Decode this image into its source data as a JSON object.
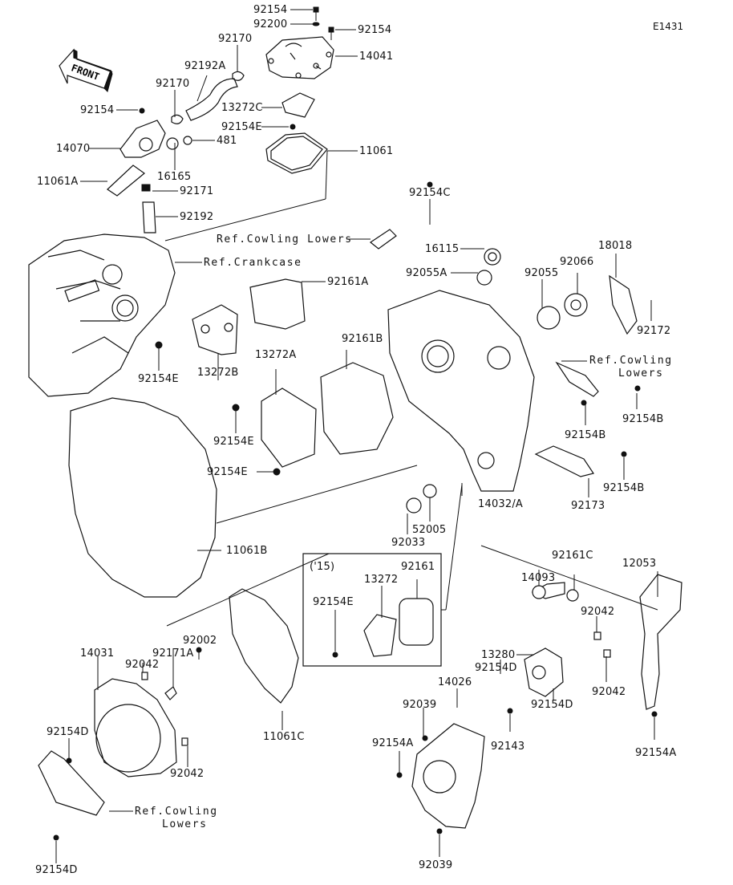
{
  "diagram": {
    "title": "Engine Covers / Water Pump exploded parts diagram",
    "code": "E1431",
    "front_arrow": "FRONT",
    "variant_box": {
      "label": "('15)"
    },
    "labels": [
      {
        "id": "l1",
        "text": "92154"
      },
      {
        "id": "l2",
        "text": "92200"
      },
      {
        "id": "l3",
        "text": "92154"
      },
      {
        "id": "l4",
        "text": "92170"
      },
      {
        "id": "l5",
        "text": "14041"
      },
      {
        "id": "l6",
        "text": "92192A"
      },
      {
        "id": "l7",
        "text": "92170"
      },
      {
        "id": "l8",
        "text": "13272C"
      },
      {
        "id": "l9",
        "text": "92154"
      },
      {
        "id": "l10",
        "text": "92154E"
      },
      {
        "id": "l11",
        "text": "14070"
      },
      {
        "id": "l12",
        "text": "481"
      },
      {
        "id": "l13",
        "text": "11061"
      },
      {
        "id": "l14",
        "text": "16165"
      },
      {
        "id": "l15",
        "text": "11061A"
      },
      {
        "id": "l16",
        "text": "92171"
      },
      {
        "id": "l17",
        "text": "92192"
      },
      {
        "id": "l18",
        "text": "92154C"
      },
      {
        "id": "l19",
        "text": "Ref.Cowling Lowers"
      },
      {
        "id": "l20",
        "text": "16115"
      },
      {
        "id": "l21",
        "text": "Ref.Crankcase"
      },
      {
        "id": "l22",
        "text": "92055A"
      },
      {
        "id": "l23",
        "text": "92055"
      },
      {
        "id": "l24",
        "text": "92066"
      },
      {
        "id": "l25",
        "text": "18018"
      },
      {
        "id": "l26",
        "text": "92161A"
      },
      {
        "id": "l27",
        "text": "92172"
      },
      {
        "id": "l28",
        "text": "92161B"
      },
      {
        "id": "l29",
        "text": "13272A"
      },
      {
        "id": "l30",
        "text": "92154E"
      },
      {
        "id": "l31",
        "text": "13272B"
      },
      {
        "id": "l32",
        "text": "Ref.Cowling"
      },
      {
        "id": "l33",
        "text": "Lowers"
      },
      {
        "id": "l34",
        "text": "92154B"
      },
      {
        "id": "l35",
        "text": "92154E"
      },
      {
        "id": "l36",
        "text": "92154B"
      },
      {
        "id": "l37",
        "text": "92154E"
      },
      {
        "id": "l38",
        "text": "92154B"
      },
      {
        "id": "l39",
        "text": "14032/A"
      },
      {
        "id": "l40",
        "text": "92173"
      },
      {
        "id": "l41",
        "text": "52005"
      },
      {
        "id": "l42",
        "text": "92033"
      },
      {
        "id": "l43",
        "text": "11061B"
      },
      {
        "id": "l44",
        "text": "92161C"
      },
      {
        "id": "l45",
        "text": "12053"
      },
      {
        "id": "l46",
        "text": "13272"
      },
      {
        "id": "l47",
        "text": "92161"
      },
      {
        "id": "l48",
        "text": "14093"
      },
      {
        "id": "l49",
        "text": "92154E"
      },
      {
        "id": "l50",
        "text": "92042"
      },
      {
        "id": "l51",
        "text": "92002"
      },
      {
        "id": "l52",
        "text": "92171A"
      },
      {
        "id": "l53",
        "text": "13280"
      },
      {
        "id": "l54",
        "text": "92154D"
      },
      {
        "id": "l55",
        "text": "14031"
      },
      {
        "id": "l56",
        "text": "92042"
      },
      {
        "id": "l57",
        "text": "92042"
      },
      {
        "id": "l58",
        "text": "14026"
      },
      {
        "id": "l59",
        "text": "92039"
      },
      {
        "id": "l60",
        "text": "92154D"
      },
      {
        "id": "l61",
        "text": "11061C"
      },
      {
        "id": "l62",
        "text": "92154D"
      },
      {
        "id": "l63",
        "text": "92154A"
      },
      {
        "id": "l64",
        "text": "92143"
      },
      {
        "id": "l65",
        "text": "92154A"
      },
      {
        "id": "l66",
        "text": "92042"
      },
      {
        "id": "l67",
        "text": "Ref.Cowling"
      },
      {
        "id": "l68",
        "text": "Lowers"
      },
      {
        "id": "l69",
        "text": "92154D"
      },
      {
        "id": "l70",
        "text": "92039"
      }
    ]
  }
}
